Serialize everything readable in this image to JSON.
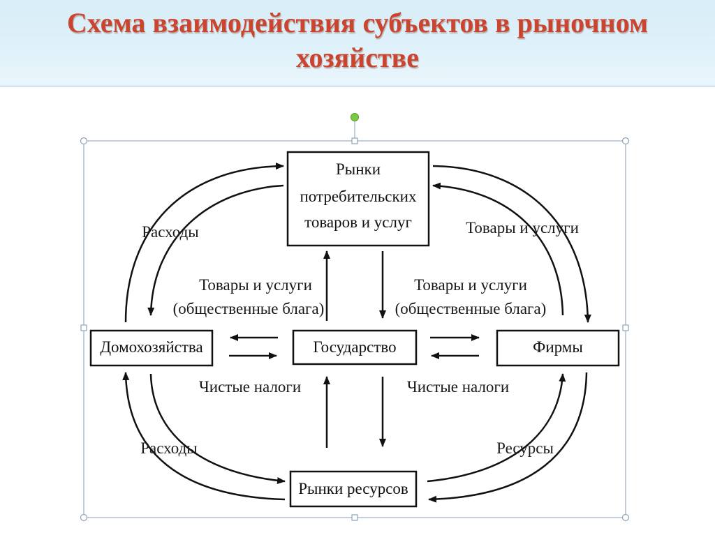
{
  "title": {
    "line1": "Схема взаимодействия субъектов в рыночном",
    "line2": "хозяйстве"
  },
  "nodes": {
    "consumer_market": {
      "line1": "Рынки",
      "line2": "потребительских",
      "line3": "товаров и услуг"
    },
    "households": "Домохозяйства",
    "government": "Государство",
    "firms": "Фирмы",
    "resource_market": "Рынки ресурсов"
  },
  "labels": {
    "top_left_expenses": "Расходы",
    "top_right_goods": "Товары и услуги",
    "mid_left_goods_line1": "Товары и услуги",
    "mid_left_goods_line2": "(общественные блага)",
    "mid_right_goods_line1": "Товары и услуги",
    "mid_right_goods_line2": "(общественные блага)",
    "left_net_taxes": "Чистые налоги",
    "right_net_taxes": "Чистые налоги",
    "bottom_left_expenses": "Расходы",
    "bottom_right_resources": "Ресурсы"
  },
  "colors": {
    "title": "#c9452f",
    "title_band": "#dff1fa",
    "selection_frame": "#9bb0c4",
    "rotate_handle": "#7ac943",
    "ink": "#111111"
  }
}
